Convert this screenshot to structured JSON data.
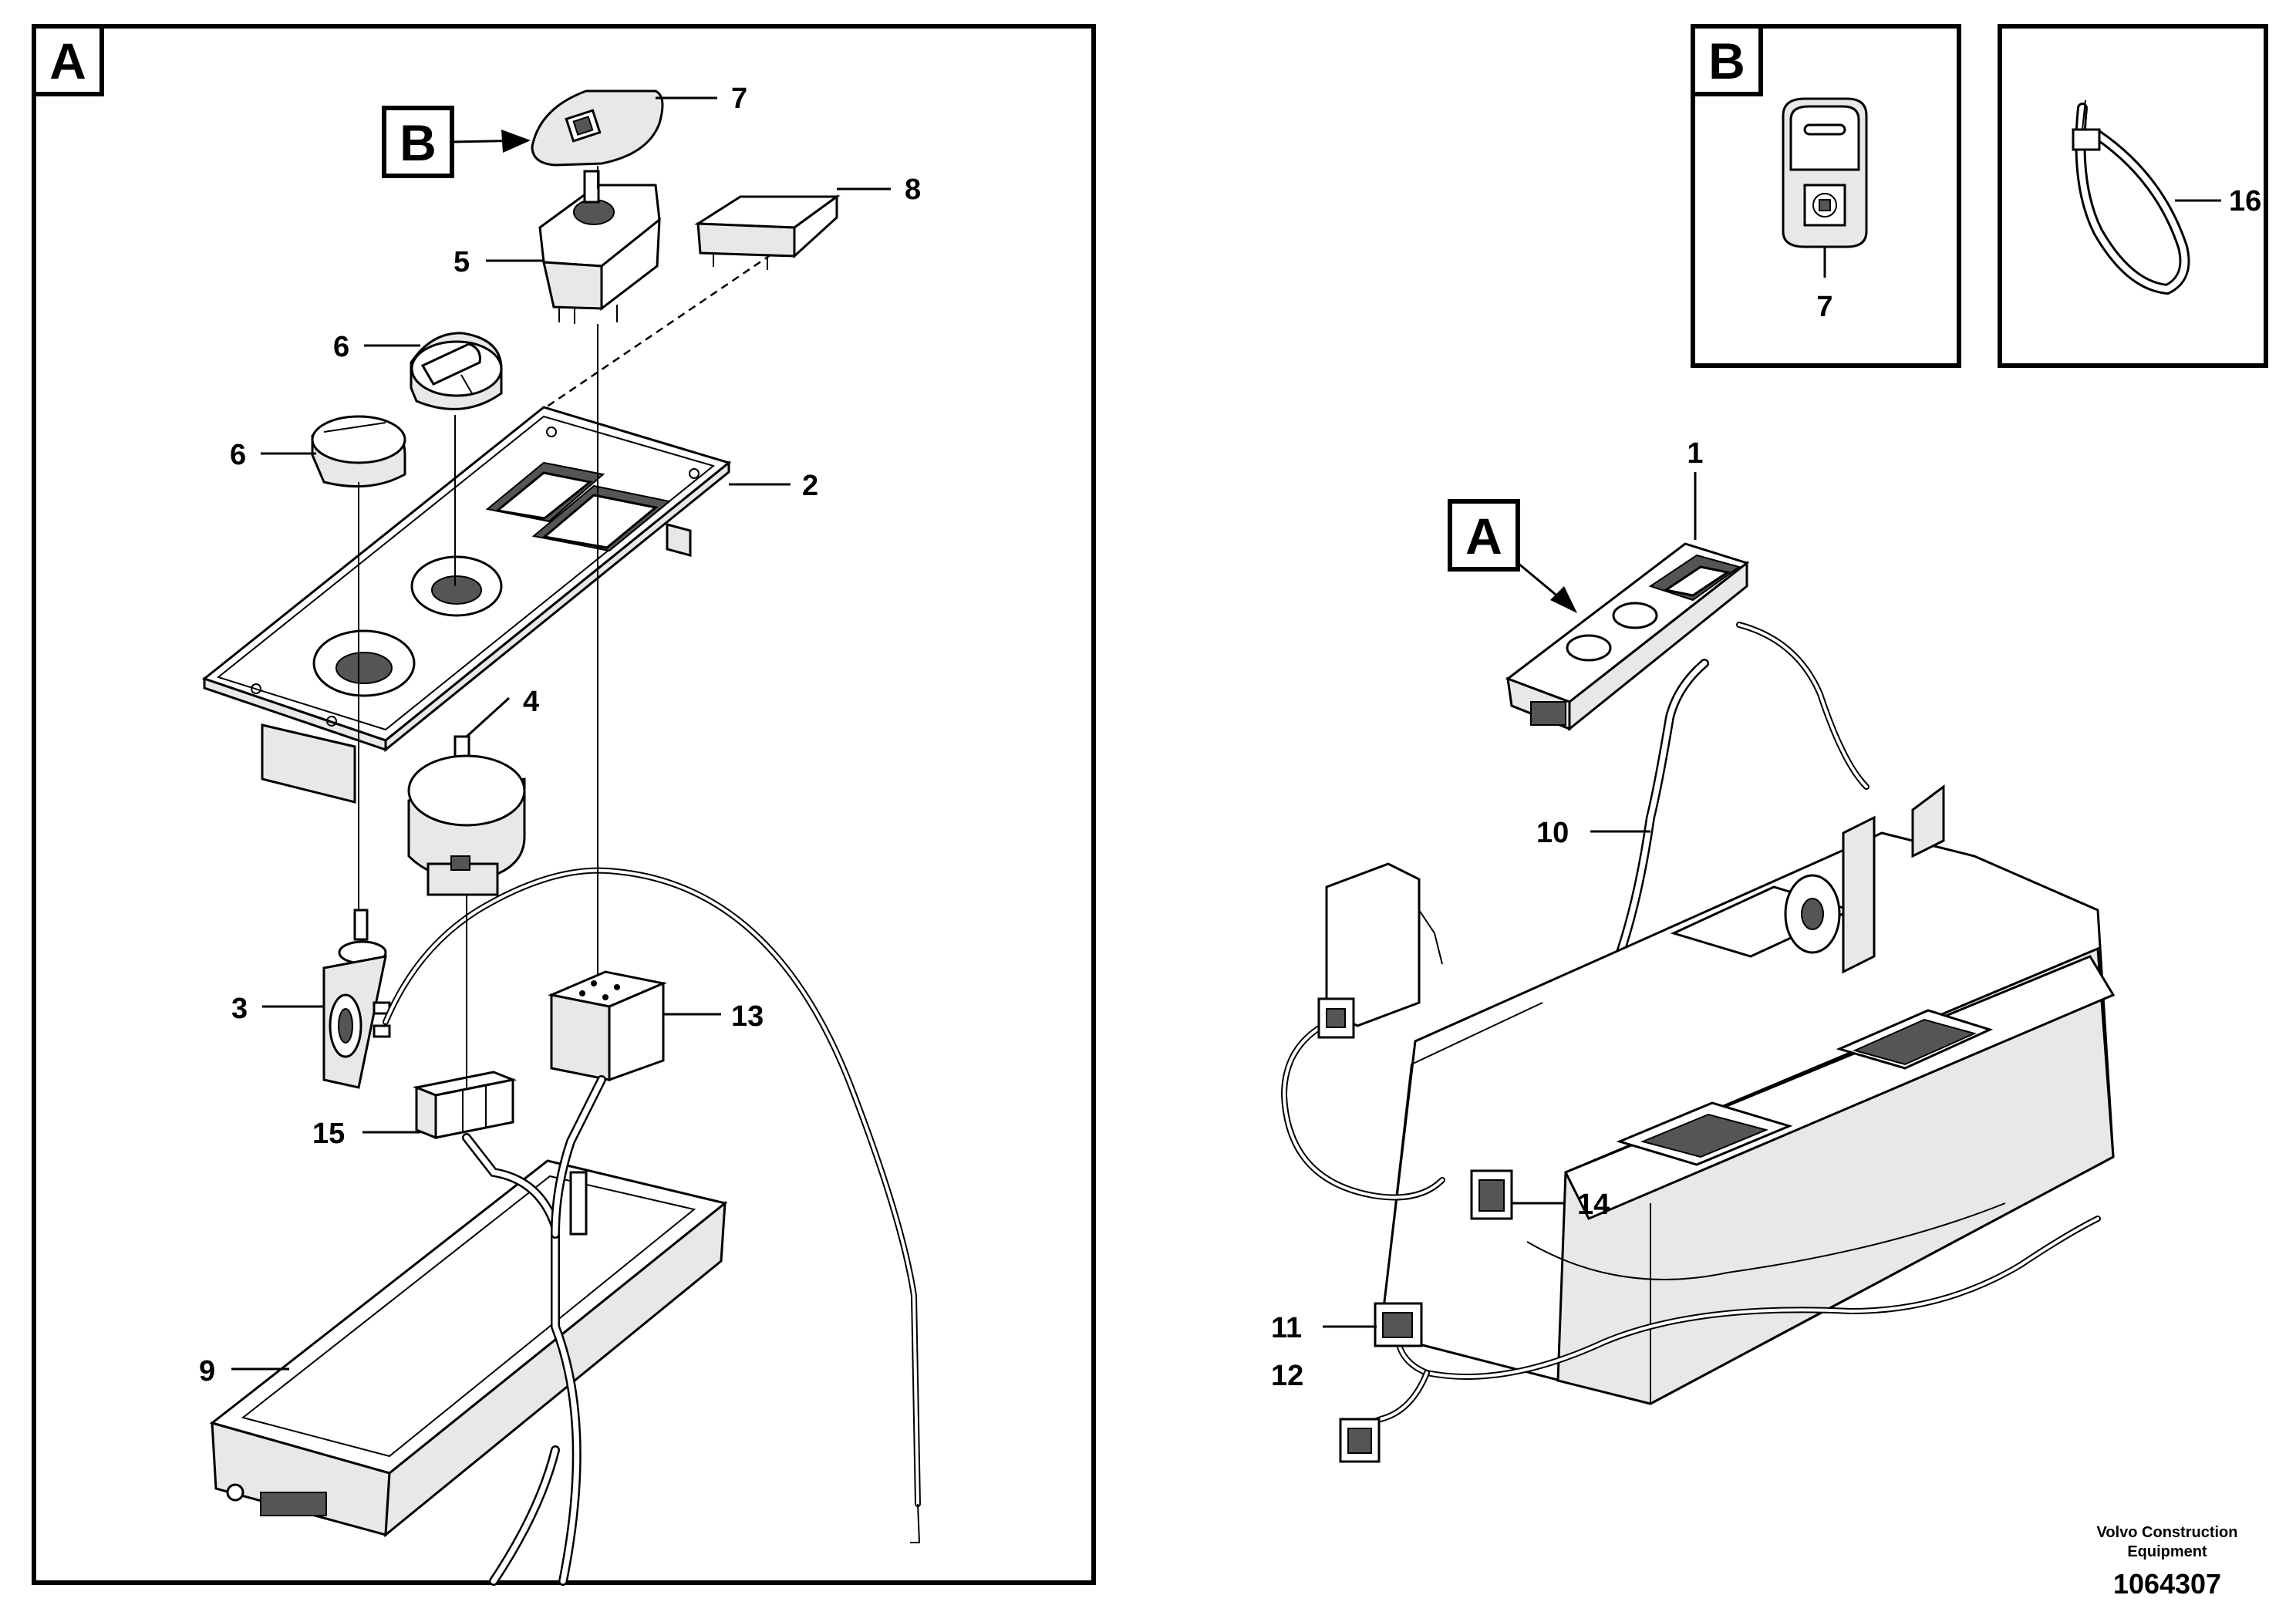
{
  "view_a": {
    "letter": "A"
  },
  "view_a_callout": {
    "letter": "B"
  },
  "detail_b": {
    "letter": "B"
  },
  "overview_callout": {
    "letter": "A"
  },
  "parts": {
    "p1": "1",
    "p2": "2",
    "p3": "3",
    "p4": "4",
    "p5": "5",
    "p6a": "6",
    "p6b": "6",
    "p7a": "7",
    "p7b": "7",
    "p8": "8",
    "p9": "9",
    "p10": "10",
    "p11": "11",
    "p12": "12",
    "p13": "13",
    "p14": "14",
    "p15": "15",
    "p16": "16"
  },
  "footer": {
    "company_line1": "Volvo Construction",
    "company_line2": "Equipment",
    "drawing_number": "1064307"
  }
}
